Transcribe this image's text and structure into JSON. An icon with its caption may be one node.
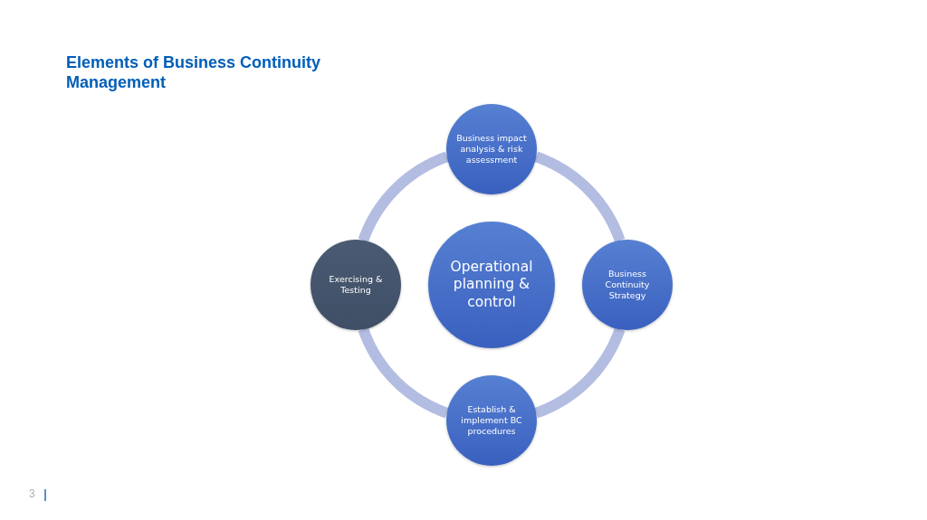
{
  "diagram": {
    "title": "Elements of Business Continuity Management",
    "nodes": [
      {
        "text": [
          "Business impact analysis & risk assessment"
        ]
      },
      {
        "text": [
          "Exercising & Testing"
        ]
      },
      {
        "text": [
          "Operational planning & control"
        ]
      },
      {
        "text": [
          "Business Continuity Strategy"
        ]
      },
      {
        "text": [
          "Establish & implement BC procedures"
        ]
      }
    ],
    "edges": [
      {
        "from": 0,
        "to": 3,
        "arrow": "none"
      },
      {
        "from": 3,
        "to": 4,
        "arrow": "none"
      },
      {
        "from": 4,
        "to": 1,
        "arrow": "none"
      },
      {
        "from": 1,
        "to": 0,
        "arrow": "none"
      }
    ],
    "labels": [
      "3"
    ]
  }
}
